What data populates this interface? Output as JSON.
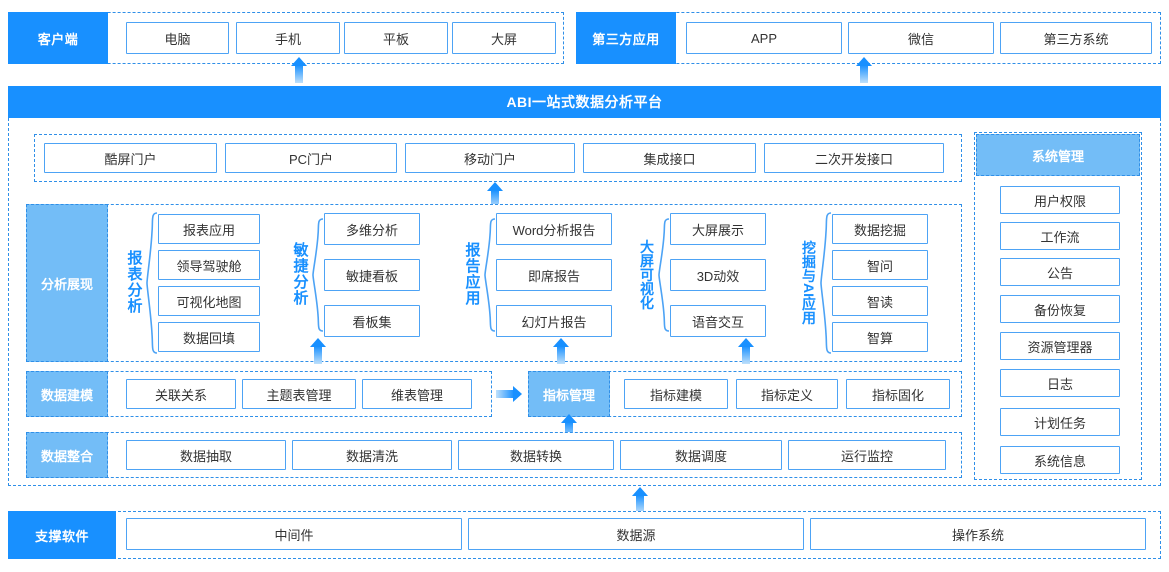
{
  "colors": {
    "primary": "#1890FF",
    "secondary": "#73BDF7",
    "chip_border": "#4DA3F5",
    "dash_border": "#2f8fe8"
  },
  "top_row": {
    "client": {
      "label": "客户端",
      "items": [
        "电脑",
        "手机",
        "平板",
        "大屏"
      ]
    },
    "third_party": {
      "label": "第三方应用",
      "items": [
        "APP",
        "微信",
        "第三方系统"
      ]
    }
  },
  "platform": {
    "title": "ABI一站式数据分析平台"
  },
  "portal_row": {
    "items": [
      "酷屏门户",
      "PC门户",
      "移动门户",
      "集成接口",
      "二次开发接口"
    ]
  },
  "analysis": {
    "label": "分析展现",
    "groups": [
      {
        "title": "报表分析",
        "title_chars": [
          "报",
          "表",
          "分",
          "析"
        ],
        "items": [
          "报表应用",
          "领导驾驶舱",
          "可视化地图",
          "数据回填"
        ]
      },
      {
        "title": "敏捷分析",
        "title_chars": [
          "敏",
          "捷",
          "分",
          "析"
        ],
        "items": [
          "多维分析",
          "敏捷看板",
          "看板集"
        ]
      },
      {
        "title": "报告应用",
        "title_chars": [
          "报",
          "告",
          "应",
          "用"
        ],
        "items": [
          "Word分析报告",
          "即席报告",
          "幻灯片报告"
        ]
      },
      {
        "title": "大屏可视化",
        "title_chars": [
          "大",
          "屏",
          "可",
          "视",
          "化"
        ],
        "items": [
          "大屏展示",
          "3D动效",
          "语音交互"
        ]
      },
      {
        "title": "挖掘与AI应用",
        "title_chars": [
          "挖",
          "掘",
          "与",
          "AI",
          "应",
          "用"
        ],
        "rotated_index": 3,
        "items": [
          "数据挖掘",
          "智问",
          "智读",
          "智算"
        ]
      }
    ]
  },
  "modeling": {
    "label": "数据建模",
    "items": [
      "关联关系",
      "主题表管理",
      "维表管理"
    ],
    "metric_label": "指标管理",
    "metric_items": [
      "指标建模",
      "指标定义",
      "指标固化"
    ]
  },
  "integration": {
    "label": "数据整合",
    "items": [
      "数据抽取",
      "数据清洗",
      "数据转换",
      "数据调度",
      "运行监控"
    ]
  },
  "support": {
    "label": "支撑软件",
    "items": [
      "中间件",
      "数据源",
      "操作系统"
    ]
  },
  "system_mgmt": {
    "label": "系统管理",
    "items": [
      "用户权限",
      "工作流",
      "公告",
      "备份恢复",
      "资源管理器",
      "日志",
      "计划任务",
      "系统信息"
    ]
  },
  "icons": {
    "arrow_up": "arrow-up-icon",
    "arrow_right": "arrow-right-icon",
    "brace": "curly-brace-icon"
  }
}
